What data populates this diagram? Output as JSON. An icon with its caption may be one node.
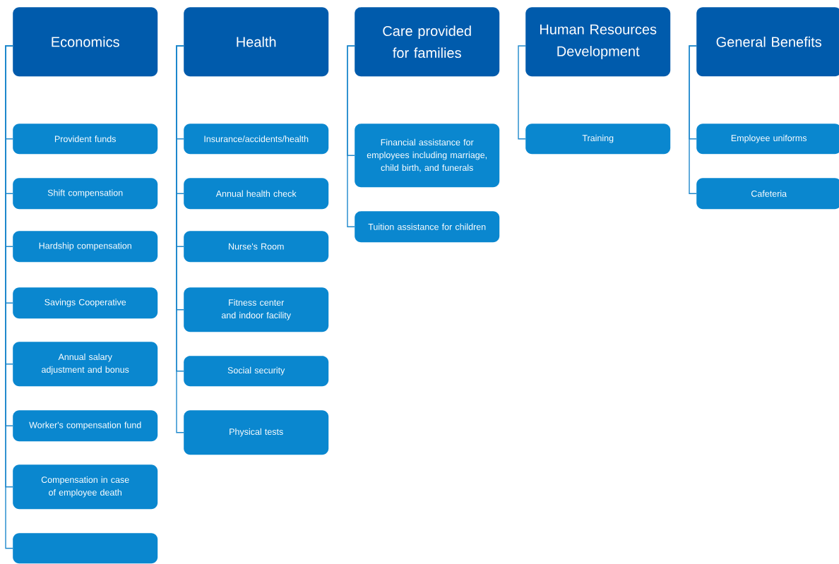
{
  "diagram": {
    "nodes": [
      {
        "text": [
          "Economics"
        ]
      },
      {
        "text": [
          "Provident funds"
        ]
      },
      {
        "text": [
          "Shift compensation"
        ]
      },
      {
        "text": [
          "Hardship compensation"
        ]
      },
      {
        "text": [
          "Savings Cooperative"
        ]
      },
      {
        "text": [
          "Annual salary adjustment and bonus"
        ]
      },
      {
        "text": [
          "Worker's compensation fund"
        ]
      },
      {
        "text": [
          "Compensation in case of employee death"
        ]
      },
      {
        "text": [],
        "shape": "box"
      },
      {
        "text": [
          "Health"
        ]
      },
      {
        "text": [
          "Insurance/accidents/health"
        ]
      },
      {
        "text": [
          "Annual health check"
        ]
      },
      {
        "text": [
          "Nurse's Room"
        ]
      },
      {
        "text": [
          "Fitness center and indoor facility"
        ]
      },
      {
        "text": [
          "Social security"
        ]
      },
      {
        "text": [
          "Physical tests"
        ]
      },
      {
        "text": [
          "Care provided for families"
        ]
      },
      {
        "text": [
          "Financial assistance for employees including marriage, child birth, and funerals"
        ]
      },
      {
        "text": [
          "Tuition assistance for children"
        ]
      },
      {
        "text": [
          "Human Resources Development"
        ]
      },
      {
        "text": [
          "Training"
        ]
      },
      {
        "text": [
          "General Benefits"
        ]
      },
      {
        "text": [
          "Employee uniforms"
        ]
      },
      {
        "text": [
          "Cafeteria"
        ]
      }
    ],
    "edges": [
      {
        "from": 0,
        "to": 1,
        "arrow": "none"
      },
      {
        "from": 0,
        "to": 2,
        "arrow": "none"
      },
      {
        "from": 0,
        "to": 3,
        "arrow": "none"
      },
      {
        "from": 0,
        "to": 4,
        "arrow": "none"
      },
      {
        "from": 0,
        "to": 5,
        "arrow": "none"
      },
      {
        "from": 0,
        "to": 6,
        "arrow": "none"
      },
      {
        "from": 0,
        "to": 7,
        "arrow": "none"
      },
      {
        "from": 0,
        "to": 8,
        "arrow": "none"
      },
      {
        "from": 9,
        "to": 10,
        "arrow": "none"
      },
      {
        "from": 9,
        "to": 11,
        "arrow": "none"
      },
      {
        "from": 9,
        "to": 12,
        "arrow": "none"
      },
      {
        "from": 9,
        "to": 13,
        "arrow": "none"
      },
      {
        "from": 9,
        "to": 14,
        "arrow": "none"
      },
      {
        "from": 9,
        "to": 15,
        "arrow": "none"
      },
      {
        "from": 16,
        "to": 17,
        "arrow": "none"
      },
      {
        "from": 16,
        "to": 18,
        "arrow": "none"
      },
      {
        "from": 19,
        "to": 20,
        "arrow": "none"
      },
      {
        "from": 21,
        "to": 22,
        "arrow": "none"
      },
      {
        "from": 21,
        "to": 23,
        "arrow": "none"
      }
    ]
  }
}
